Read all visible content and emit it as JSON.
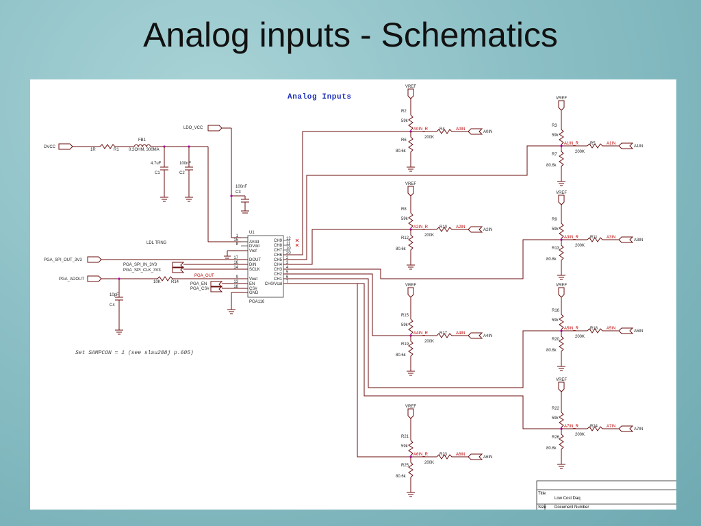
{
  "slide": {
    "title": "Analog inputs - Schematics"
  },
  "schematic": {
    "heading": "Analog  Inputs",
    "note": "Set SAMPCON = 1  (see slau208j p.605)",
    "small_label": "LDL TRNG",
    "supply": {
      "dvcc": "DVCC",
      "ldo": "LDO_VCC",
      "r1": "R1",
      "r1_val": "1R",
      "fb1": "FB1",
      "fb1_val": "0.2OHM, 300MA",
      "c1": "C1",
      "c1_val": "4.7uF",
      "c2": "C2",
      "c2_val": "100nF",
      "c3": "C3",
      "c3_val": "100nF"
    },
    "ic": {
      "ref": "U1",
      "name": "PGA116",
      "left_pins": [
        {
          "num": "1",
          "label": ""
        },
        {
          "num": "15",
          "label": "AVdd"
        },
        {
          "num": "8",
          "label": "DVdd"
        },
        {
          "num": "",
          "label": "Vref"
        },
        {
          "num": "17",
          "label": "DOUT"
        },
        {
          "num": "16",
          "label": "DIN"
        },
        {
          "num": "14",
          "label": "SCLK"
        },
        {
          "num": "9",
          "label": "Vout"
        },
        {
          "num": "13",
          "label": "EN"
        },
        {
          "num": "18",
          "label": "CS#"
        },
        {
          "num": "",
          "label": "GND"
        }
      ],
      "right_pins": [
        {
          "num": "12",
          "label": "CH9"
        },
        {
          "num": "11",
          "label": "CH8"
        },
        {
          "num": "10",
          "label": "CH7"
        },
        {
          "num": "20",
          "label": "CH6"
        },
        {
          "num": "2",
          "label": "CH5"
        },
        {
          "num": "3",
          "label": "CH4"
        },
        {
          "num": "4",
          "label": "CH3"
        },
        {
          "num": "5",
          "label": "CH2"
        },
        {
          "num": "6",
          "label": "CH1"
        },
        {
          "num": "7",
          "label": "CH0/Vcal"
        }
      ]
    },
    "nets": {
      "spi_out": "PGA_SPI_OUT_3V3",
      "spi_in": "PGA_SPI_IN_3V3",
      "spi_clk": "PGA_SPI_CLK_3V3",
      "adout": "PGA_ADOUT",
      "pga_out": "PGA_OUT",
      "pga_en": "PGA_EN",
      "pga_cs": "PGA_CS#",
      "r14": "R14",
      "r14_val": "10K",
      "c4": "C4",
      "c4_val": "10pF"
    },
    "channels": [
      {
        "vref": "VREF",
        "rt": "R2",
        "rt_val": "59k",
        "rb": "R6",
        "rb_val": "80.6k",
        "net": "A0IN_R",
        "rs": "R4",
        "rs_val": "200K",
        "in_label": "A0IN",
        "port": "A0IN"
      },
      {
        "vref": "VREF",
        "rt": "R3",
        "rt_val": "59k",
        "rb": "R7",
        "rb_val": "80.6k",
        "net": "A1IN_R",
        "rs": "R5",
        "rs_val": "200K",
        "in_label": "A1IN",
        "port": "A1IN"
      },
      {
        "vref": "VREF",
        "rt": "R8",
        "rt_val": "59k",
        "rb": "R12",
        "rb_val": "80.6k",
        "net": "A2IN_R",
        "rs": "R10",
        "rs_val": "200K",
        "in_label": "A2IN",
        "port": "A2IN"
      },
      {
        "vref": "VREF",
        "rt": "R9",
        "rt_val": "59k",
        "rb": "R13",
        "rb_val": "80.6k",
        "net": "A3IN_R",
        "rs": "R11",
        "rs_val": "200K",
        "in_label": "A3IN",
        "port": "A3IN"
      },
      {
        "vref": "VREF",
        "rt": "R15",
        "rt_val": "59k",
        "rb": "R19",
        "rb_val": "80.6k",
        "net": "A4IN_R",
        "rs": "R17",
        "rs_val": "200K",
        "in_label": "A4IN",
        "port": "A4IN"
      },
      {
        "vref": "VREF",
        "rt": "R16",
        "rt_val": "59k",
        "rb": "R20",
        "rb_val": "80.6k",
        "net": "A5IN_R",
        "rs": "R18",
        "rs_val": "200K",
        "in_label": "A5IN",
        "port": "A5IN"
      },
      {
        "vref": "VREF",
        "rt": "R21",
        "rt_val": "59k",
        "rb": "R25",
        "rb_val": "80.6k",
        "net": "A6IN_R",
        "rs": "R23",
        "rs_val": "200K",
        "in_label": "A6IN",
        "port": "A6IN"
      },
      {
        "vref": "VREF",
        "rt": "R22",
        "rt_val": "59k",
        "rb": "R26",
        "rb_val": "80.6k",
        "net": "A7IN_R",
        "rs": "R24",
        "rs_val": "200K",
        "in_label": "A7IN",
        "port": "A7IN"
      }
    ],
    "title_block": {
      "title_label": "Title",
      "title_value": "Low Cost Daq",
      "size_label": "Size",
      "doc_label": "Document  Number"
    }
  }
}
